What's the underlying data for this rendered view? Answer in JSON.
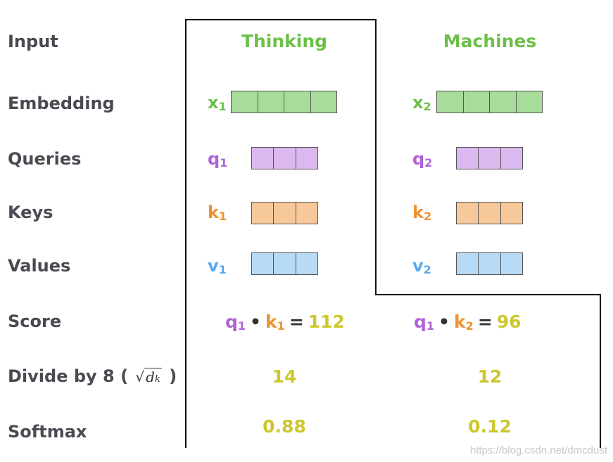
{
  "rows": {
    "input": "Input",
    "embedding": "Embedding",
    "queries": "Queries",
    "keys": "Keys",
    "values": "Values",
    "score": "Score",
    "divide_prefix": "Divide by 8 (",
    "divide_sqrt_var": "d",
    "divide_sqrt_sub": "k",
    "divide_suffix": ")",
    "softmax": "Softmax"
  },
  "words": {
    "word1": "Thinking",
    "word2": "Machines"
  },
  "vectors": {
    "x1": "x",
    "x1_sub": "1",
    "x2": "x",
    "x2_sub": "2",
    "q1": "q",
    "q1_sub": "1",
    "q2": "q",
    "q2_sub": "2",
    "k1": "k",
    "k1_sub": "1",
    "k2": "k",
    "k2_sub": "2",
    "v1": "v",
    "v1_sub": "1",
    "v2": "v",
    "v2_sub": "2"
  },
  "scores": {
    "s1_q": "q",
    "s1_q_sub": "1",
    "s1_dot": "•",
    "s1_k": "k",
    "s1_k_sub": "1",
    "s1_eq": "=",
    "s1_val": "112",
    "s2_q": "q",
    "s2_q_sub": "1",
    "s2_dot": "•",
    "s2_k": "k",
    "s2_k_sub": "2",
    "s2_eq": "=",
    "s2_val": "96"
  },
  "divided": {
    "d1": "14",
    "d2": "12"
  },
  "softmax": {
    "s1": "0.88",
    "s2": "0.12"
  },
  "watermark": "https://blog.csdn.net/dmcdust",
  "colors": {
    "word": "#6cc04a",
    "embedding": "#a8dc9a",
    "query": "#dcb8f0",
    "key": "#f7c99a",
    "value": "#b7daf7",
    "query_text": "#b063d8",
    "key_text": "#ef9131",
    "value_text": "#5aa8ef",
    "number_text": "#cdc72d"
  }
}
